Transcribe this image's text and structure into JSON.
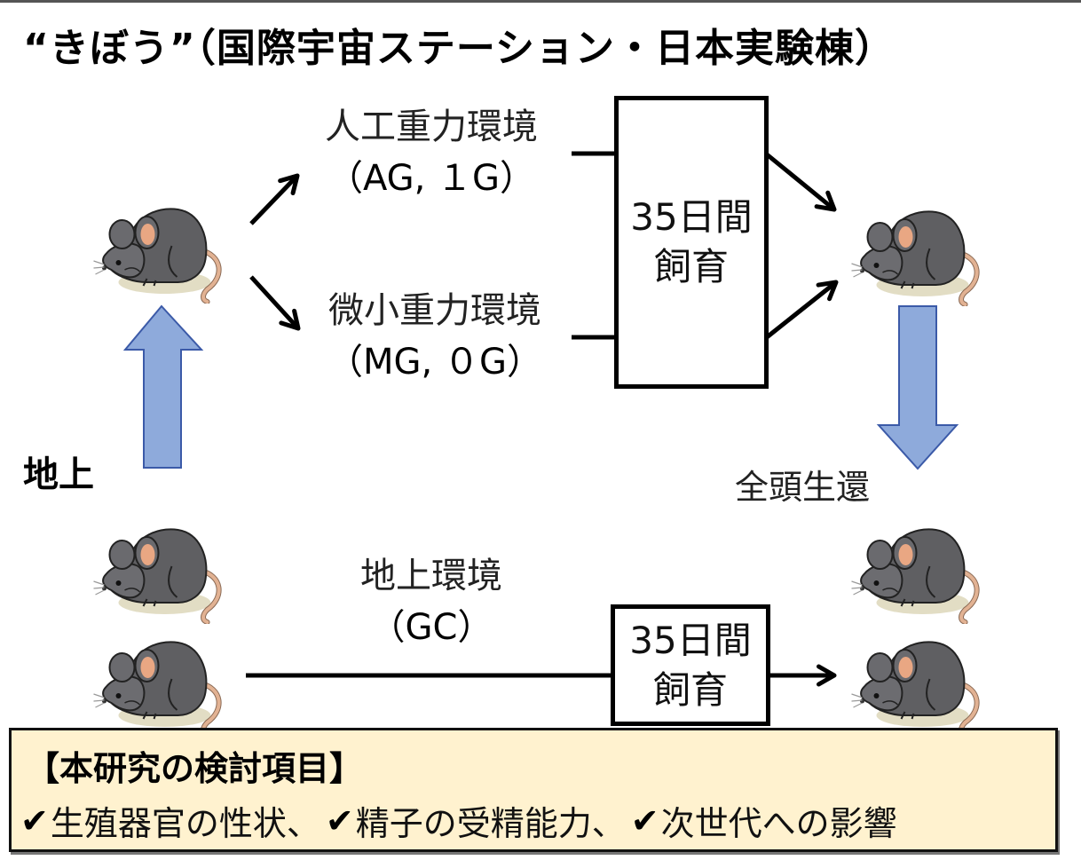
{
  "title": "“きぼう”（国際宇宙ステーション・日本実験棟）",
  "environments": {
    "ag": {
      "name": "人工重力環境",
      "code": "（AG, １G）"
    },
    "mg": {
      "name": "微小重力環境",
      "code": "（MG, ０G）"
    },
    "gc": {
      "name": "地上環境",
      "code": "（GC）"
    }
  },
  "rearing_box": {
    "line1": "35日間",
    "line2": "飼育"
  },
  "ground_label": "地上",
  "return_label": "全頭生還",
  "summary": {
    "heading": "【本研究の検討項目】",
    "check_glyph": "✔",
    "items": [
      "生殖器官の性状、",
      "精子の受精能力、",
      "次世代への影響"
    ]
  },
  "colors": {
    "big_arrow_fill": "#8eaadb",
    "big_arrow_stroke": "#3b5aa8",
    "summary_bg": "#fff2cf",
    "mouse_body": "#5f5f62",
    "mouse_ear": "#e9a783",
    "mouse_tail": "#e2b293"
  },
  "icons": {
    "mouse": "mouse-icon",
    "up_arrow": "up-arrow-icon",
    "down_arrow": "down-arrow-icon",
    "check": "check-icon"
  }
}
